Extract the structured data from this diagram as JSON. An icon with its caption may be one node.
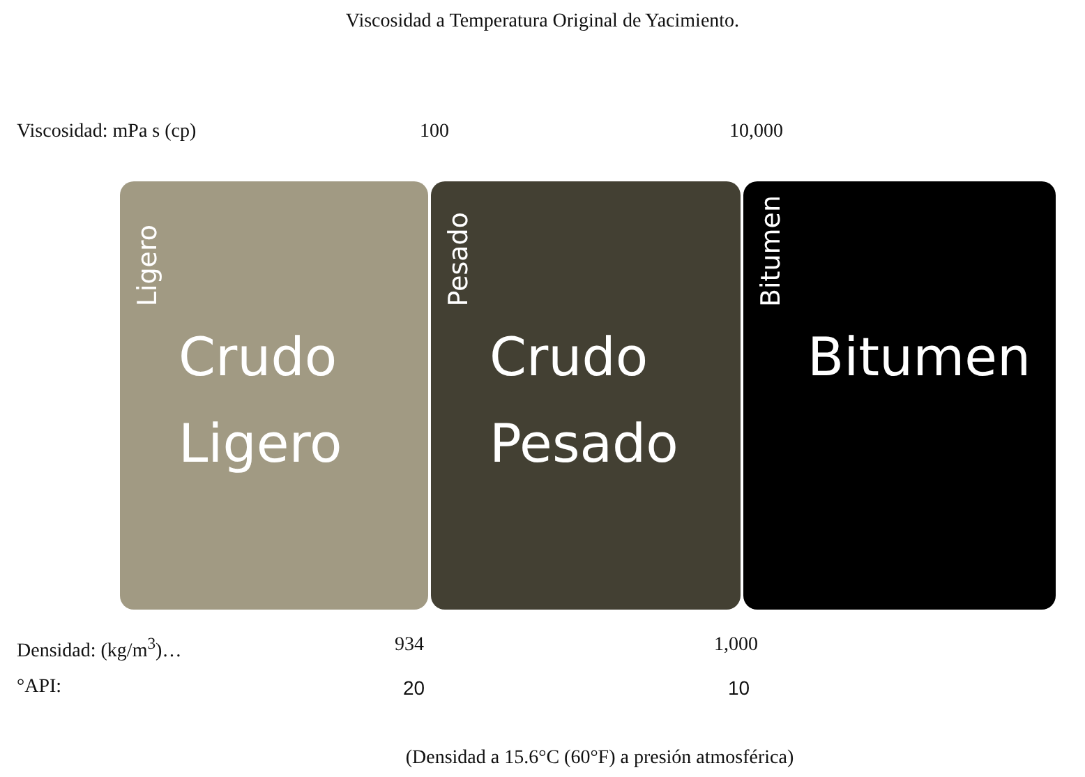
{
  "diagram": {
    "title": "Viscosidad a Temperatura Original de Yacimiento.",
    "caption": "(Densidad a 15.6°C (60°F) a presión atmosférica)",
    "nodes": [
      {
        "text": [
          "Ligero",
          "Crudo Ligero"
        ]
      },
      {
        "text": [
          "Pesado",
          "Crudo Pesado"
        ]
      },
      {
        "text": [
          "Bitumen",
          "Bitumen"
        ]
      }
    ],
    "labels": [
      "Viscosidad: mPa s (cp)",
      "100",
      "10,000",
      "Densidad: (kg/m$^{3}$)…",
      "934",
      "1,000",
      "°API:",
      "20",
      "10"
    ]
  }
}
